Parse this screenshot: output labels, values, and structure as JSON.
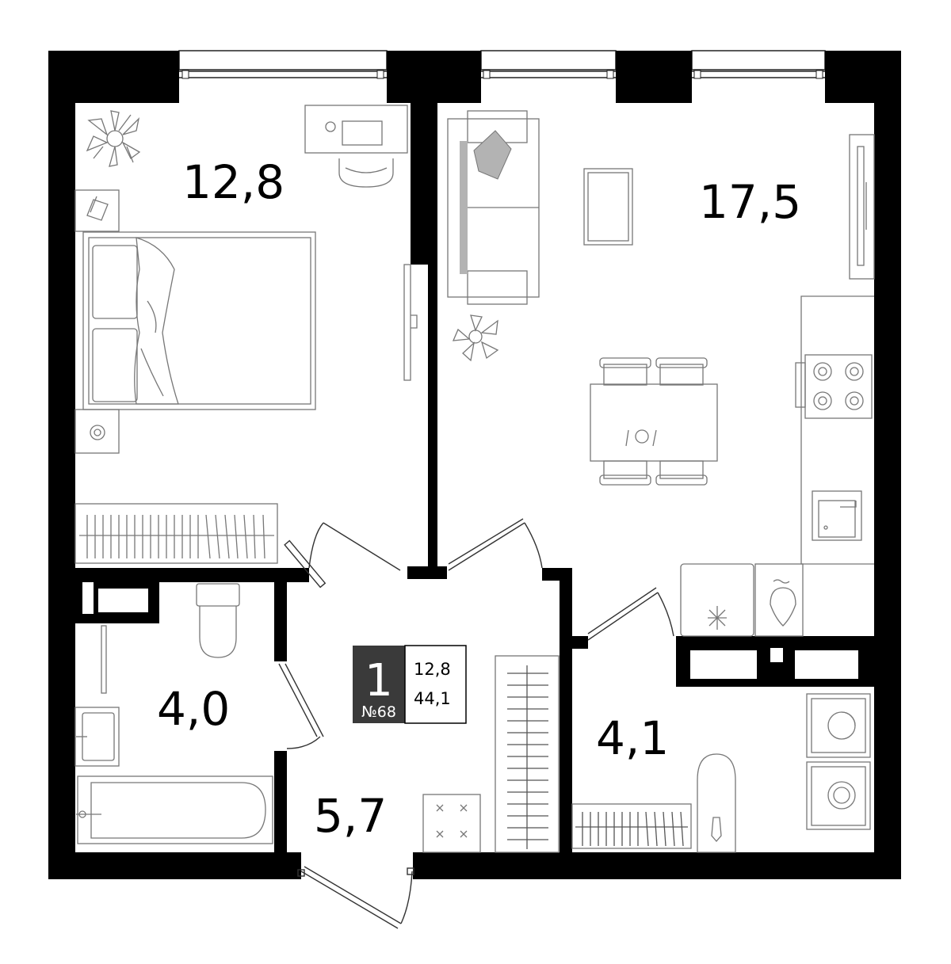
{
  "rooms": [
    {
      "id": "bedroom",
      "area": "12,8"
    },
    {
      "id": "living-kitchen",
      "area": "17,5"
    },
    {
      "id": "bathroom",
      "area": "4,0"
    },
    {
      "id": "hallway",
      "area": "5,7"
    },
    {
      "id": "storage",
      "area": "4,1"
    }
  ],
  "info": {
    "rooms_count": "1",
    "apartment_number": "№68",
    "living_area": "12,8",
    "total_area": "44,1"
  },
  "colors": {
    "wall": "#000000",
    "badge": "#3a3a3a",
    "furniture": "#777777",
    "accent_gray": "#b3b3b3"
  }
}
